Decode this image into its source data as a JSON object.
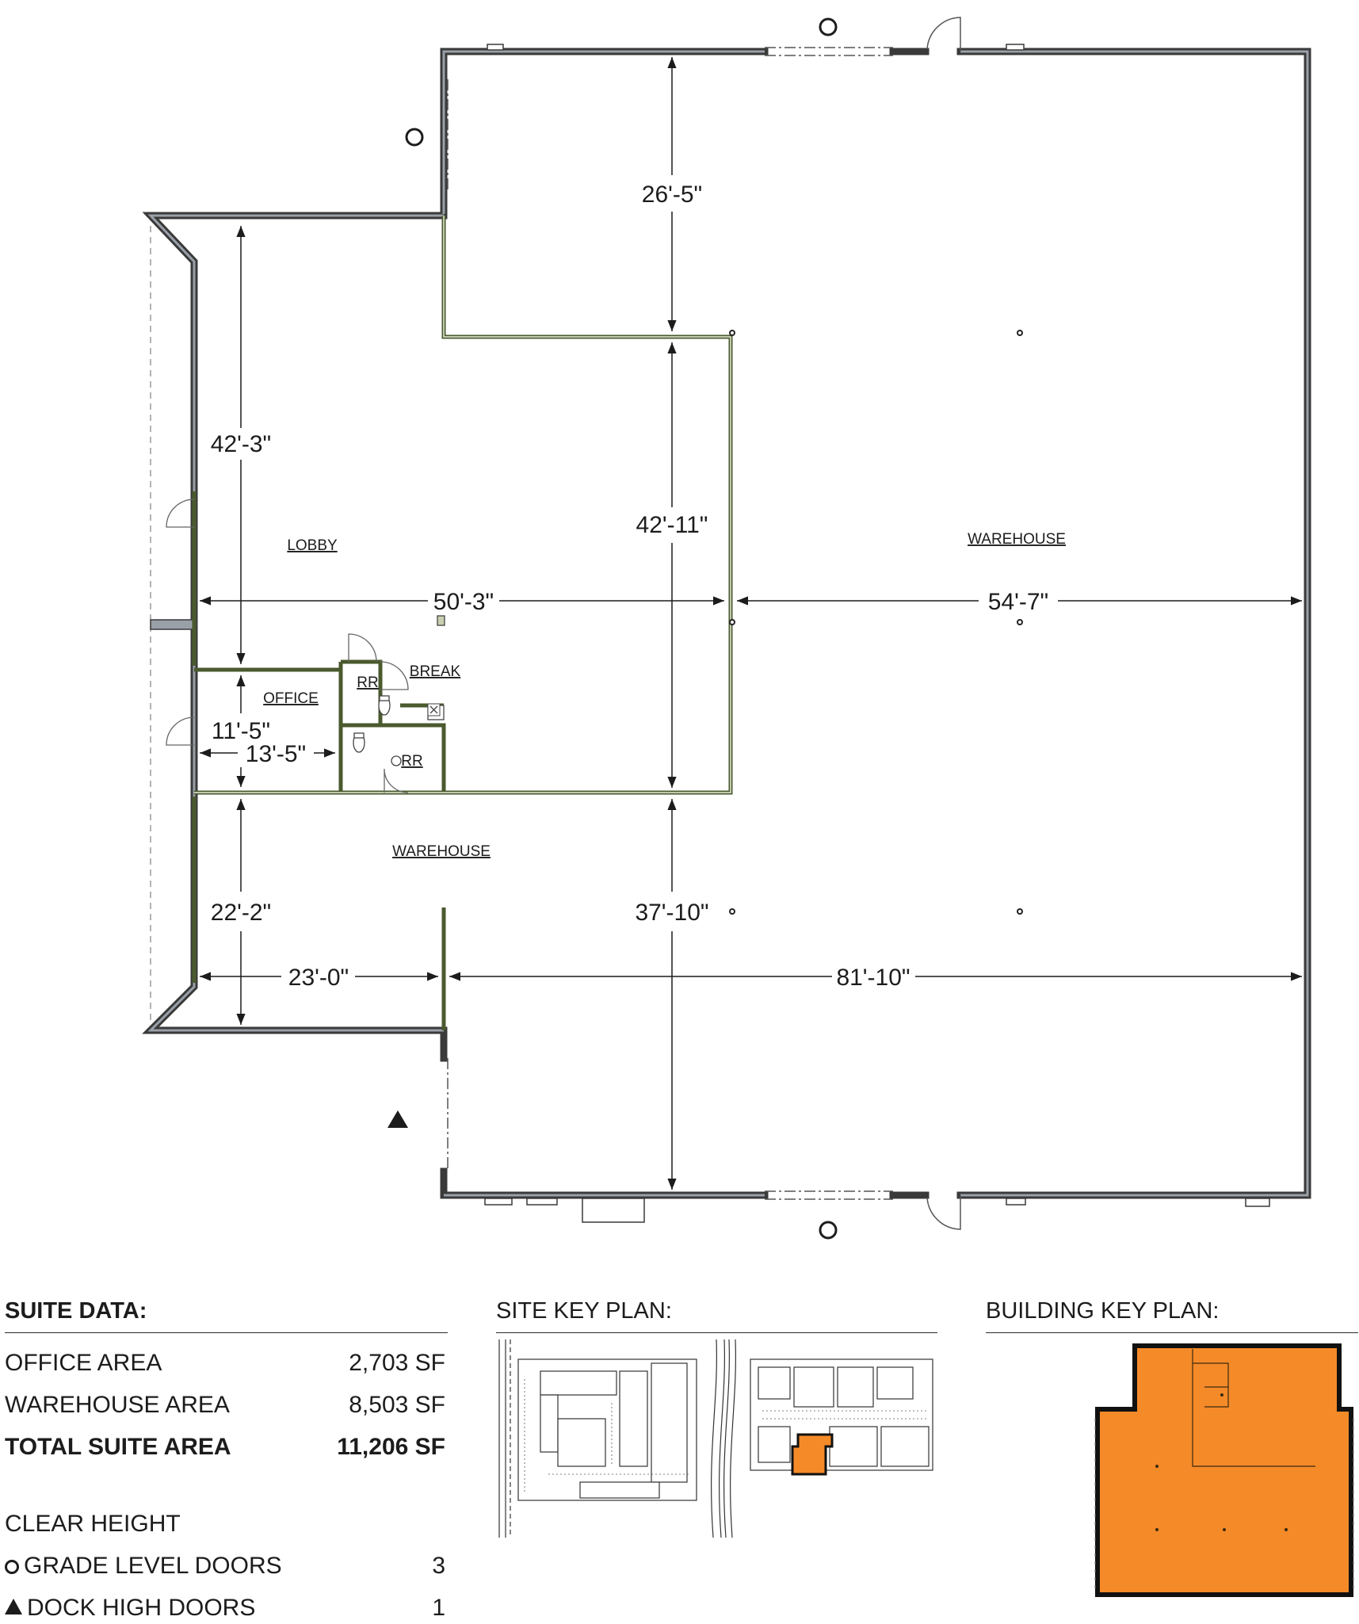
{
  "floor_plan": {
    "rooms": {
      "warehouse_right": "WAREHOUSE",
      "lobby": "LOBBY",
      "office": "OFFICE",
      "rr_1": "RR",
      "rr_2": "RR",
      "break": "BREAK",
      "warehouse_bottom": "WAREHOUSE"
    },
    "dimensions": {
      "d_26_5": "26'-5\"",
      "d_42_3": "42'-3\"",
      "d_42_11": "42'-11\"",
      "d_50_3": "50'-3\"",
      "d_54_7": "54'-7\"",
      "d_11_5": "11'-5\"",
      "d_13_5": "13'-5\"",
      "d_22_2": "22'-2\"",
      "d_37_10": "37'-10\"",
      "d_23_0": "23'-0\"",
      "d_81_10": "81'-10\""
    }
  },
  "suite_data": {
    "header": "SUITE DATA:",
    "rows": [
      {
        "label": "OFFICE AREA",
        "value": "2,703  SF"
      },
      {
        "label": "WAREHOUSE AREA",
        "value": "8,503  SF"
      },
      {
        "label": "TOTAL SUITE AREA",
        "value": "11,206  SF"
      }
    ],
    "clear_height": "CLEAR HEIGHT",
    "grade_level_doors": {
      "label": "GRADE LEVEL DOORS",
      "value": "3",
      "icon": "circle-icon"
    },
    "dock_high_doors": {
      "label": "DOCK HIGH DOORS",
      "value": "1",
      "icon": "triangle-icon"
    }
  },
  "site_key_plan": {
    "header": "SITE KEY PLAN:"
  },
  "building_key_plan": {
    "header": "BUILDING KEY PLAN:"
  },
  "colors": {
    "highlight": "#f58a28",
    "wall": "#3a3a3a",
    "partition": "#5a6a3a"
  }
}
